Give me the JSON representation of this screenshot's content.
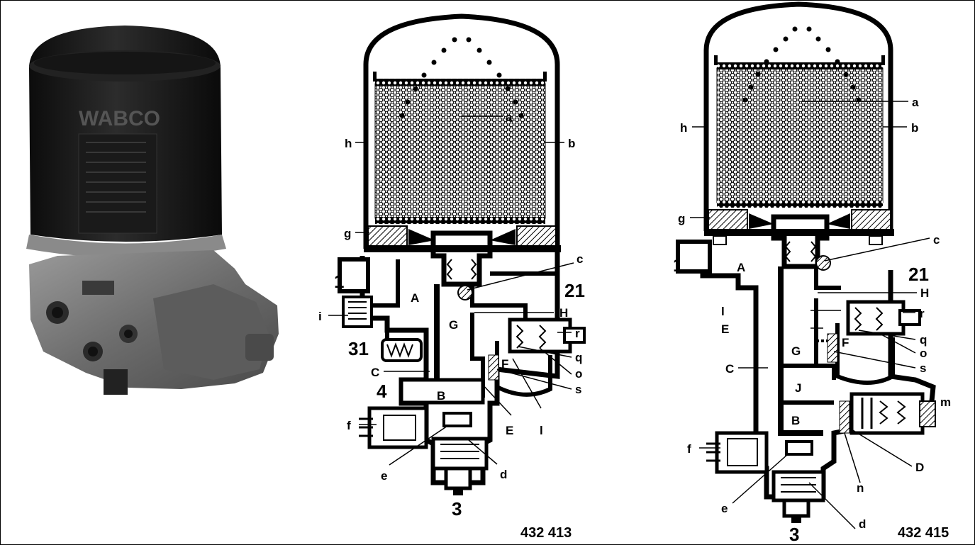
{
  "photo": {
    "brand": "WABCO"
  },
  "diagram_left": {
    "number": "432 413",
    "labels": {
      "a": "a",
      "b": "b",
      "c": "c",
      "d": "d",
      "e": "e",
      "f": "f",
      "g": "g",
      "h": "h",
      "i": "i",
      "l": "l",
      "o": "o",
      "q": "q",
      "r": "r",
      "s": "s",
      "A": "A",
      "B": "B",
      "C": "C",
      "E": "E",
      "F": "F",
      "G": "G",
      "H": "H",
      "p1": "1",
      "p21": "21",
      "p31": "31",
      "p4": "4",
      "p3": "3"
    }
  },
  "diagram_right": {
    "number": "432 415",
    "labels": {
      "a": "a",
      "b": "b",
      "c": "c",
      "d": "d",
      "e": "e",
      "f": "f",
      "g": "g",
      "h": "h",
      "l": "l",
      "m": "m",
      "n": "n",
      "o": "o",
      "q": "q",
      "r": "r",
      "s": "s",
      "A": "A",
      "B": "B",
      "C": "C",
      "D": "D",
      "E": "E",
      "F": "F",
      "G": "G",
      "H": "H",
      "J": "J",
      "p1": "1",
      "p21": "21",
      "p3": "3"
    }
  },
  "colors": {
    "ink": "#000000",
    "housing": "#6f6f6f",
    "cartridge": "#1e1e1e"
  }
}
